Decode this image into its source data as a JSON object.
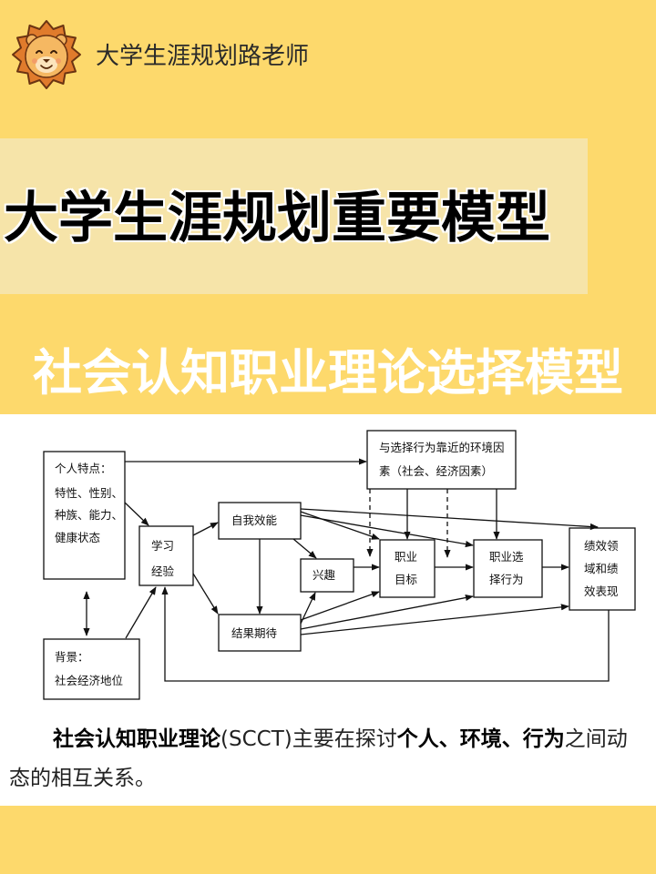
{
  "author": {
    "name": "大学生涯规划路老师",
    "avatar_icon": "lion-avatar-icon"
  },
  "title": "大学生涯规划重要模型",
  "subtitle": "社会认知职业理论选择模型",
  "diagram": {
    "personal_traits": {
      "lines": [
        "个人特点：",
        "特性、性别、",
        "种族、能力、",
        "健康状态"
      ]
    },
    "background": {
      "lines": [
        "背景：",
        "社会经济地位"
      ]
    },
    "learning_experience": {
      "lines": [
        "学习",
        "经验"
      ]
    },
    "self_efficacy": {
      "lines": [
        "自我效能"
      ]
    },
    "outcome_expectations": {
      "lines": [
        "结果期待"
      ]
    },
    "interests": {
      "lines": [
        "兴趣"
      ]
    },
    "environment": {
      "lines": [
        "与选择行为靠近的环境因",
        "素（社会、经济因素）"
      ]
    },
    "career_goals": {
      "lines": [
        "职业",
        "目标"
      ]
    },
    "career_choice": {
      "lines": [
        "职业选",
        "择行为"
      ]
    },
    "performance": {
      "lines": [
        "绩效领",
        "域和绩",
        "效表现"
      ]
    }
  },
  "description": {
    "segments": [
      {
        "text": "社会认知职业理论",
        "bold": true
      },
      {
        "text": "(SCCT)主要在探讨",
        "bold": false
      },
      {
        "text": "个人、环境、行为",
        "bold": true
      },
      {
        "text": "之间动态的相互关系。",
        "bold": false
      }
    ]
  },
  "colors": {
    "background": "#FDD96C",
    "band": "#F6E4A9",
    "panel": "#FFFFFF",
    "ink": "#1E1E1E",
    "mane": "#E07B2C"
  }
}
